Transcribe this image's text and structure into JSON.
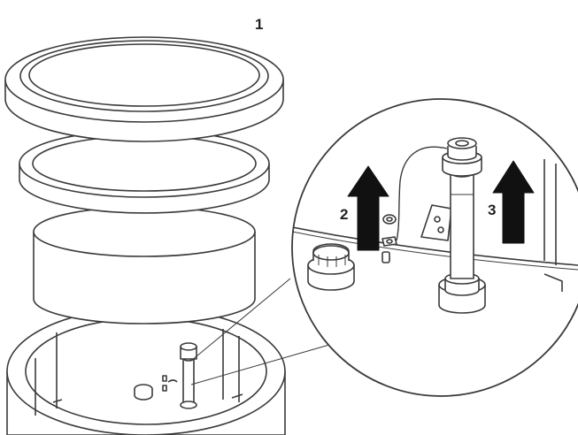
{
  "callouts": {
    "one": "1",
    "two": "2",
    "three": "3"
  },
  "colors": {
    "line": "#3a3a3a",
    "arrow": "#111111",
    "paper": "#ffffff",
    "shade": "#f4f4f4"
  }
}
